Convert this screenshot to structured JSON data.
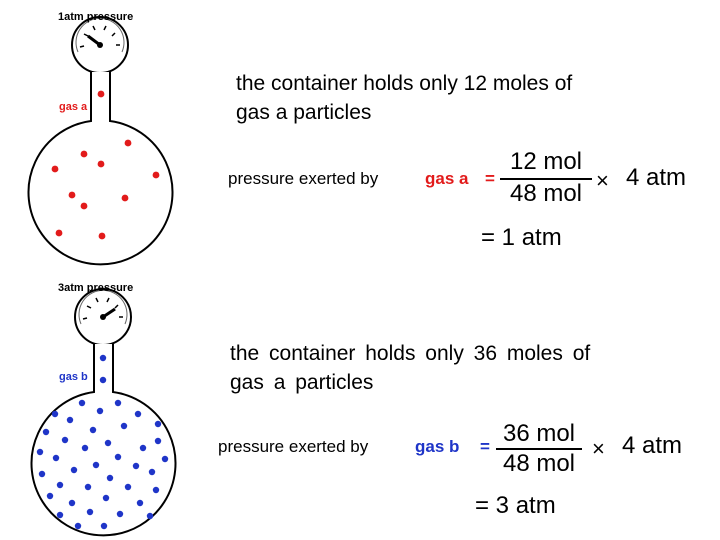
{
  "colors": {
    "gas_a": "#e21b1b",
    "gas_b": "#1f35c8",
    "outline": "#000000"
  },
  "panels": [
    {
      "flask": {
        "pressure_label": "1atm pressure",
        "gas_label": "gas a",
        "particle_count": 11,
        "particle_color": "#e21b1b",
        "gauge_icon": "pressure-gauge-icon"
      },
      "statement": [
        "the container holds only 12 moles of",
        "gas a particles"
      ],
      "formula": {
        "lead": "pressure exerted by",
        "gas_name": "gas a",
        "equals": "=",
        "numerator": "12 mol",
        "denominator": "48 mol",
        "times": "×",
        "factor": "4 atm"
      },
      "result": "= 1 atm"
    },
    {
      "flask": {
        "pressure_label": "3atm pressure",
        "gas_label": "gas b",
        "particle_count": 41,
        "particle_color": "#1f35c8",
        "gauge_icon": "pressure-gauge-icon"
      },
      "statement": [
        "the container holds only 36 moles of",
        "gas a particles"
      ],
      "formula": {
        "lead": "pressure exerted by",
        "gas_name": "gas b",
        "equals": "=",
        "numerator": "36 mol",
        "denominator": "48 mol",
        "times": "×",
        "factor": "4 atm"
      },
      "result": "= 3 atm"
    }
  ]
}
